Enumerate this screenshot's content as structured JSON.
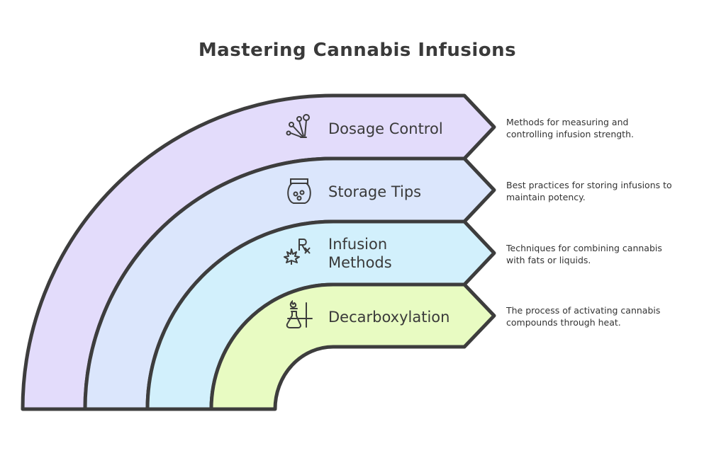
{
  "title": "Mastering Cannabis Infusions",
  "stroke_color": "#3d3d3d",
  "steps": [
    {
      "label": "Dosage Control",
      "icon": "measuring-spoons-icon",
      "color": "#e3dcfb",
      "description": "Methods for measuring and controlling infusion strength."
    },
    {
      "label": "Storage Tips",
      "icon": "jar-icon",
      "color": "#dbe6fc",
      "description": "Best practices for storing infusions to maintain potency."
    },
    {
      "label": "Infusion Methods",
      "icon": "cannabis-rx-icon",
      "color": "#d2f0fc",
      "description": "Techniques for combining cannabis with fats or liquids."
    },
    {
      "label": "Decarboxylation",
      "icon": "flask-burner-icon",
      "color": "#e8fbc2",
      "description": "The process of activating cannabis compounds through heat."
    }
  ]
}
